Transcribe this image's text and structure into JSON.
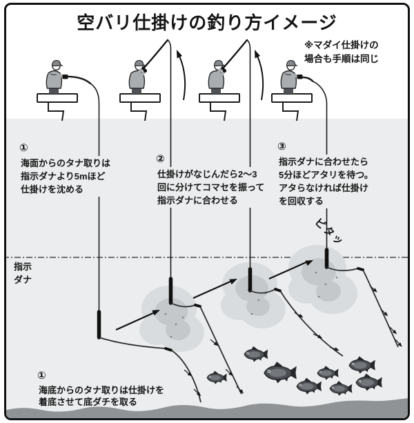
{
  "title": "空バリ仕掛けの釣り方イメージ",
  "note": "※マダイ仕掛けの\n場合も手順は同じ",
  "surface_steps": [
    {
      "num": "①",
      "text": "海面からのタナ取りは\n指示ダナより5mほど\n仕掛けを沈める"
    },
    {
      "num": "②",
      "text": "仕掛けがなじんだら2〜3\n回に分けてコマセを振って\n指示ダナに合わせる"
    },
    {
      "num": "③",
      "text": "指示ダナに合わせたら\n5分ほどアタリを待つ。\nアタらなければ仕掛け\nを回収する"
    }
  ],
  "bottom_step": {
    "num": "①",
    "text": "海底からのタナ取りは仕掛けを\n着底させて底ダチを取る"
  },
  "tana_label": "指示\nダナ",
  "sfx": "ピタッ",
  "colors": {
    "water": "#ebedee",
    "seabed": "#8f9396",
    "cloud_outer": "#d9dcde",
    "cloud_inner": "#c5c8cb",
    "ink": "#141414"
  }
}
